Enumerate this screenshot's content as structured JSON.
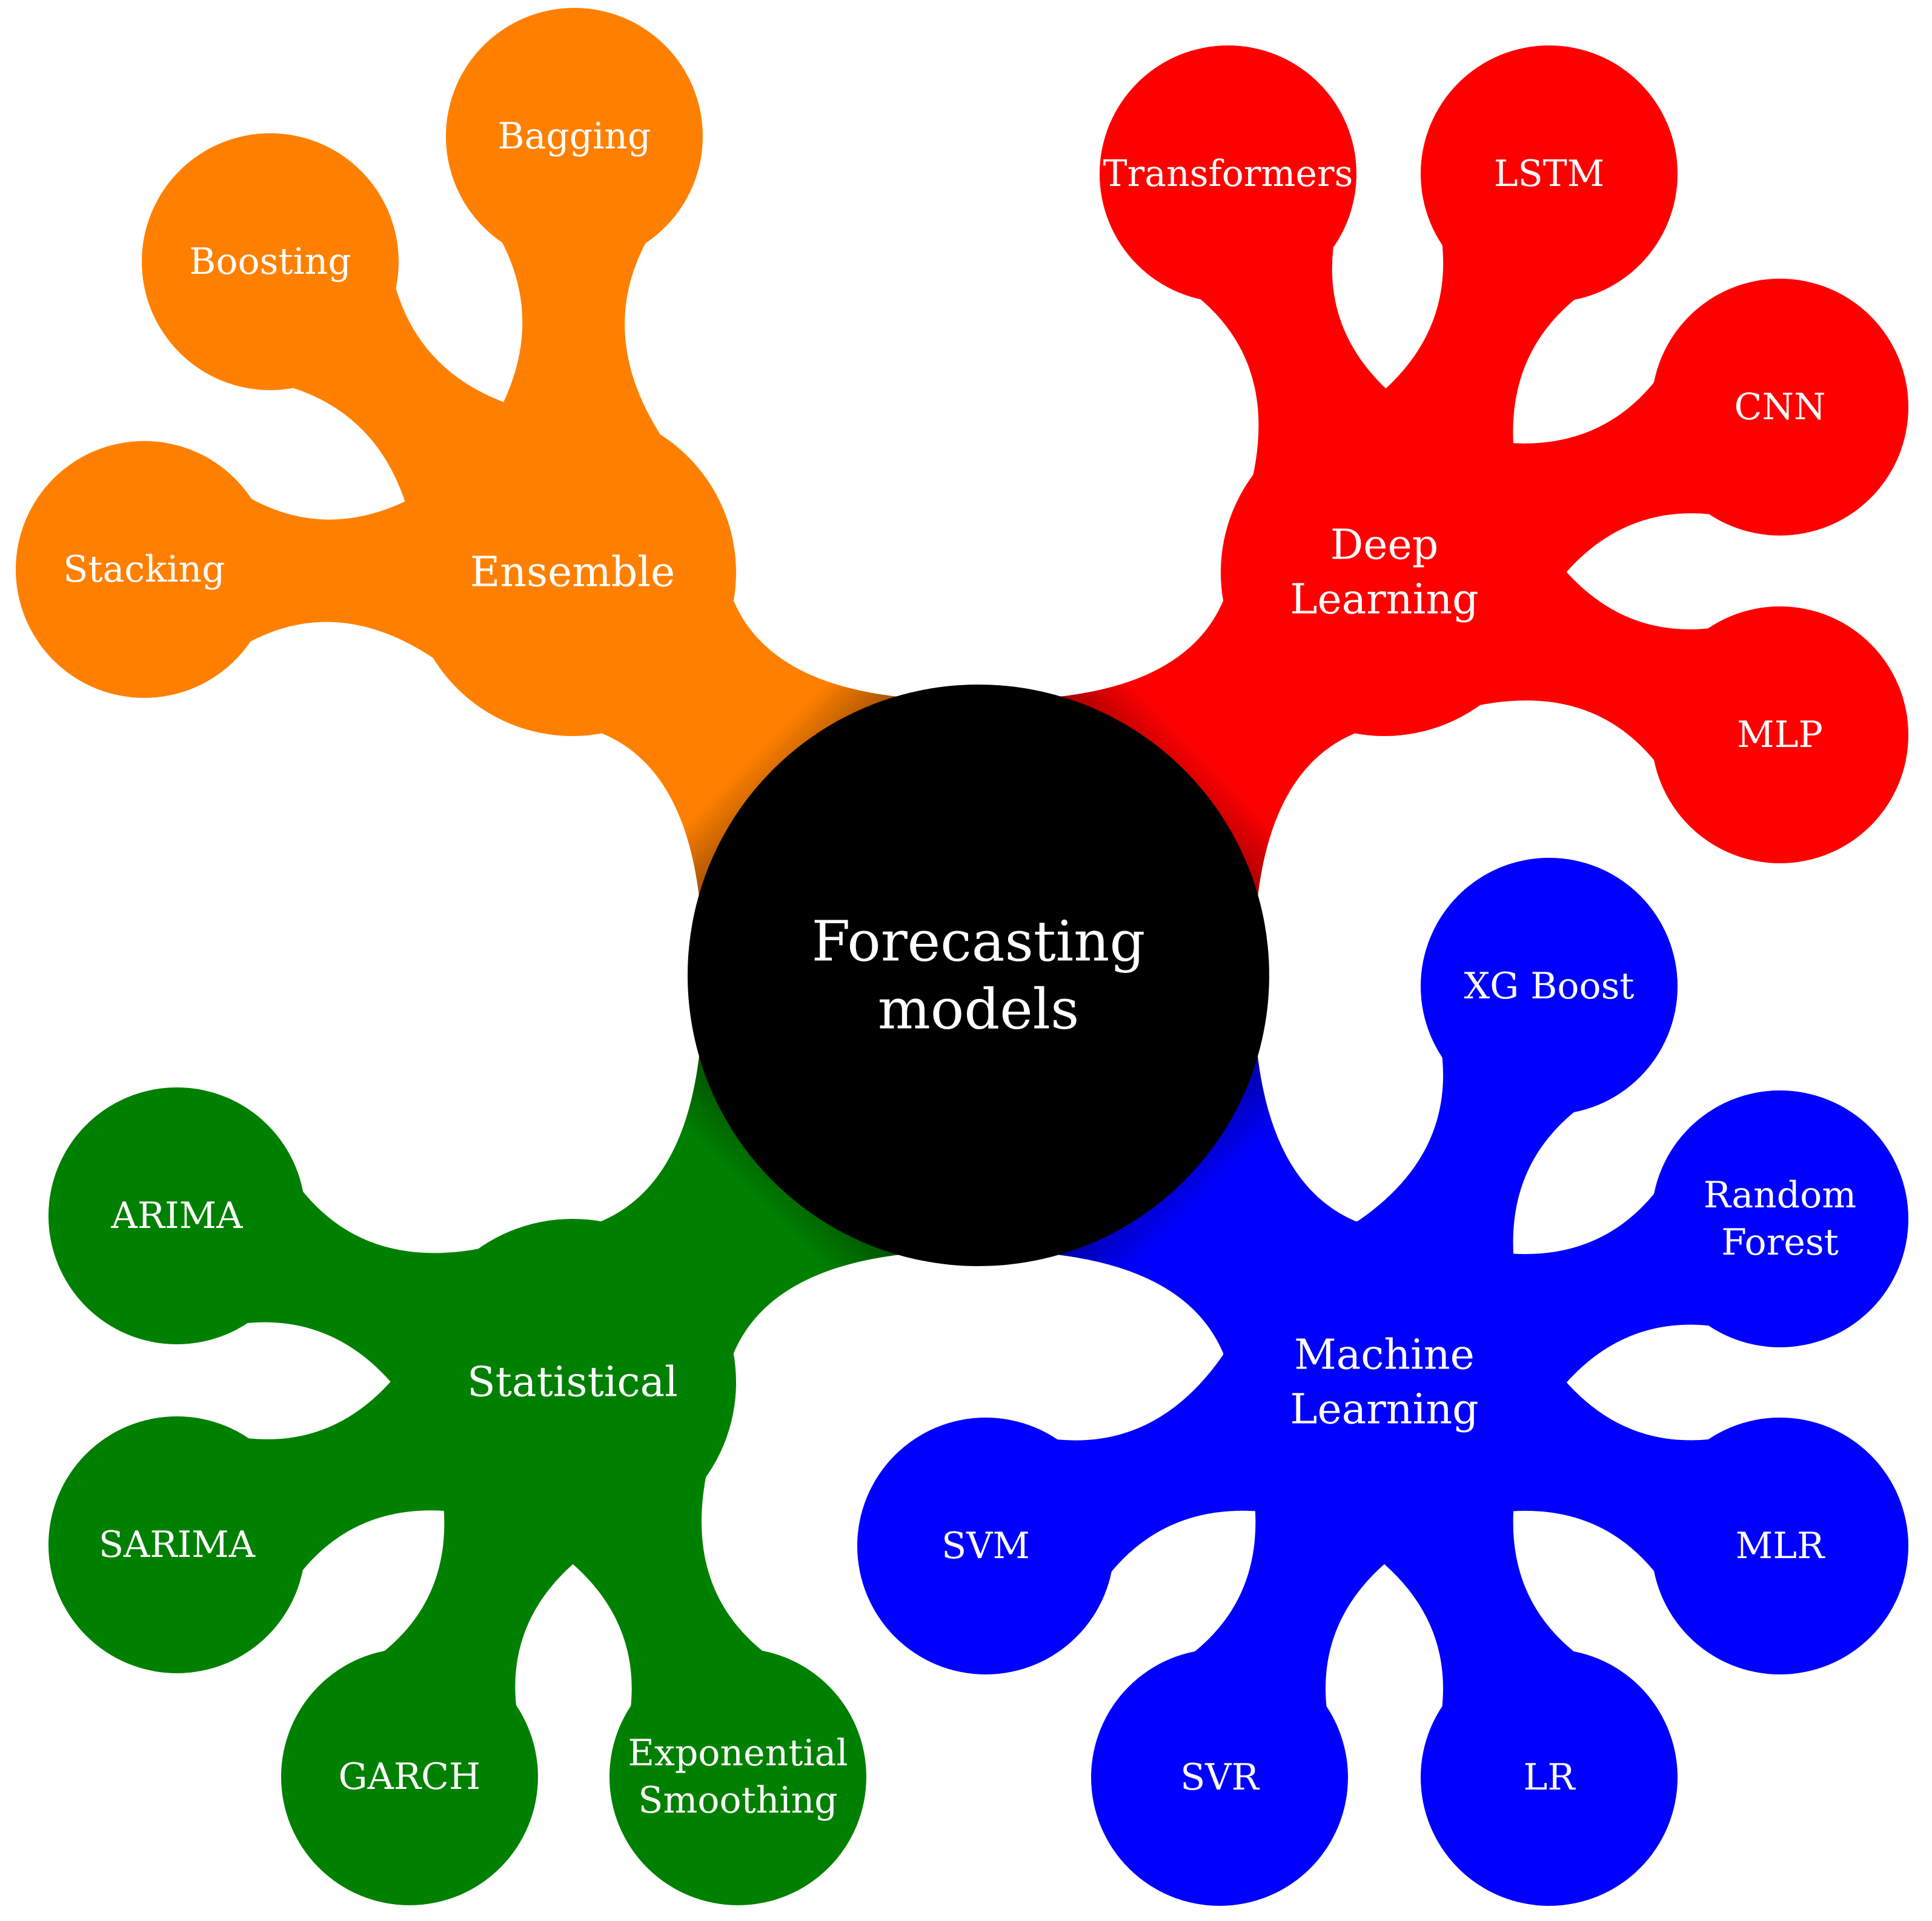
{
  "center": {
    "lines": [
      "Forecasting",
      "models"
    ],
    "color": "#000000"
  },
  "branches": [
    {
      "key": "ensemble",
      "lines": [
        "Ensemble"
      ],
      "color": "#ff8000",
      "children": [
        {
          "lines": [
            "Bagging"
          ]
        },
        {
          "lines": [
            "Boosting"
          ]
        },
        {
          "lines": [
            "Stacking"
          ]
        }
      ]
    },
    {
      "key": "deep-learning",
      "lines": [
        "Deep",
        "Learning"
      ],
      "color": "#ff0000",
      "children": [
        {
          "lines": [
            "Transformers"
          ]
        },
        {
          "lines": [
            "LSTM"
          ]
        },
        {
          "lines": [
            "CNN"
          ]
        },
        {
          "lines": [
            "MLP"
          ]
        }
      ]
    },
    {
      "key": "statistical",
      "lines": [
        "Statistical"
      ],
      "color": "#008000",
      "children": [
        {
          "lines": [
            "ARIMA"
          ]
        },
        {
          "lines": [
            "SARIMA"
          ]
        },
        {
          "lines": [
            "GARCH"
          ]
        },
        {
          "lines": [
            "Exponential",
            "Smoothing"
          ]
        }
      ]
    },
    {
      "key": "machine-learning",
      "lines": [
        "Machine",
        "Learning"
      ],
      "color": "#0000ff",
      "children": [
        {
          "lines": [
            "XG Boost"
          ]
        },
        {
          "lines": [
            "Random",
            "Forest"
          ]
        },
        {
          "lines": [
            "MLR"
          ]
        },
        {
          "lines": [
            "LR"
          ]
        },
        {
          "lines": [
            "SVR"
          ]
        },
        {
          "lines": [
            "SVM"
          ]
        }
      ]
    }
  ]
}
